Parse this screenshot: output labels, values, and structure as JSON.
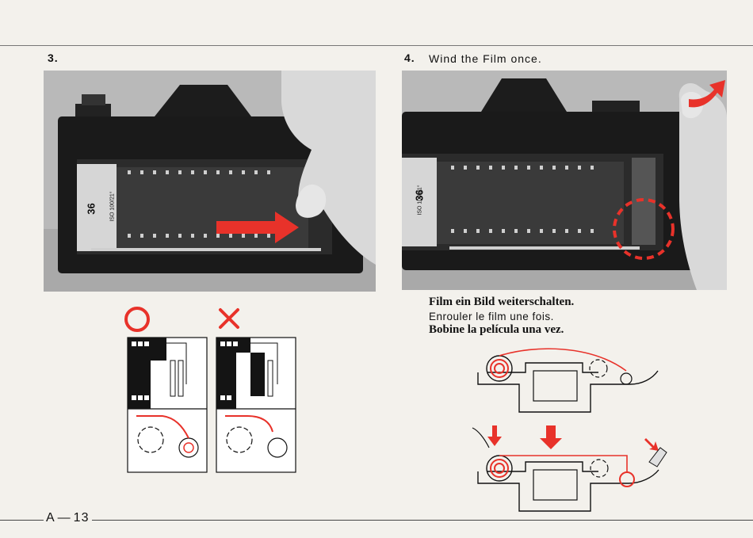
{
  "step3": {
    "number": "3."
  },
  "step4": {
    "number": "4.",
    "title": "Wind the Film once."
  },
  "photo_left": {
    "cassette_count": "36",
    "cassette_iso": "ISO 100/21°"
  },
  "photo_right": {
    "cassette_count": "36",
    "cassette_iso": "ISO 100/21°"
  },
  "captions": {
    "de": "Film ein Bild weiterschalten.",
    "fr": "Enrouler le film une fois.",
    "es": "Bobine la película una vez."
  },
  "page": {
    "prefix": "A",
    "number": "13"
  },
  "colors": {
    "accent": "#e8322a",
    "dark": "#141414",
    "paper": "#f3f1ec"
  }
}
